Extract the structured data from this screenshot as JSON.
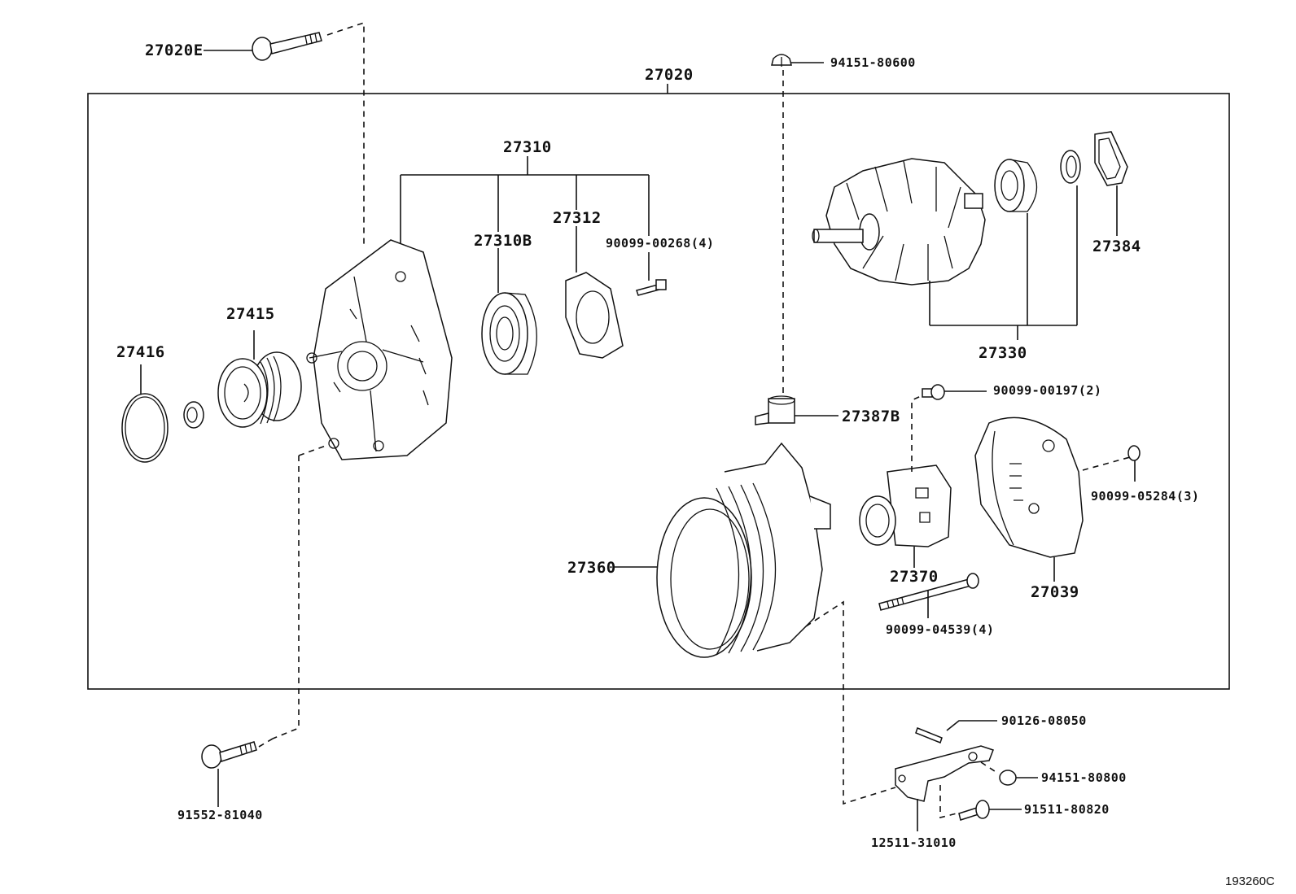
{
  "diagram": {
    "title": "Alternator assembly exploded parts diagram",
    "reference_code": "193260C",
    "assembly_label": "27020",
    "labels": {
      "p27020E": "27020E",
      "p27020": "27020",
      "p94151_80600": "94151-80600",
      "p27310": "27310",
      "p27310B": "27310B",
      "p27312": "27312",
      "p90099_00268": "90099-00268(4)",
      "p27384": "27384",
      "p27330": "27330",
      "p27415": "27415",
      "p27416": "27416",
      "p90099_00197": "90099-00197(2)",
      "p27387B": "27387B",
      "p90099_05284": "90099-05284(3)",
      "p27360": "27360",
      "p27370": "27370",
      "p27039": "27039",
      "p90099_04539": "90099-04539(4)",
      "p90126_08050": "90126-08050",
      "p94151_80800": "94151-80800",
      "p91511_80820": "91511-80820",
      "p12511_31010": "12511-31010",
      "p91552_81040": "91552-81040"
    }
  }
}
